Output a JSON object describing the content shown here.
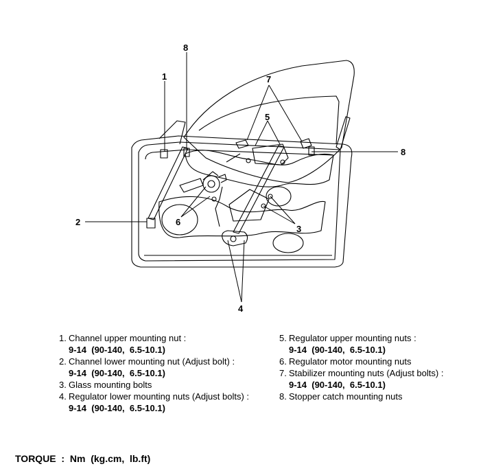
{
  "callouts": [
    "1",
    "2",
    "3",
    "4",
    "5",
    "6",
    "7",
    "8"
  ],
  "legend": {
    "left": [
      {
        "num": "1.",
        "text": "Channel upper mounting nut :",
        "spec": "9-14  (90-140,  6.5-10.1)"
      },
      {
        "num": "2.",
        "text": "Channel lower mounting nut (Adjust bolt) :",
        "spec": "9-14  (90-140,  6.5-10.1)"
      },
      {
        "num": "3.",
        "text": "Glass mounting bolts"
      },
      {
        "num": "4.",
        "text": "Regulator lower mounting nuts (Adjust bolts) :",
        "spec": "9-14  (90-140,  6.5-10.1)"
      }
    ],
    "right": [
      {
        "num": "5.",
        "text": "Regulator upper mounting nuts :",
        "spec": "9-14  (90-140,  6.5-10.1)"
      },
      {
        "num": "6.",
        "text": "Regulator motor mounting nuts"
      },
      {
        "num": "7.",
        "text": "Stabilizer mounting nuts (Adjust bolts) :",
        "spec": "9-14  (90-140,  6.5-10.1)"
      },
      {
        "num": "8.",
        "text": "Stopper catch mounting nuts"
      }
    ]
  },
  "torque": "TORQUE  :  Nm  (kg.cm,  lb.ft)"
}
